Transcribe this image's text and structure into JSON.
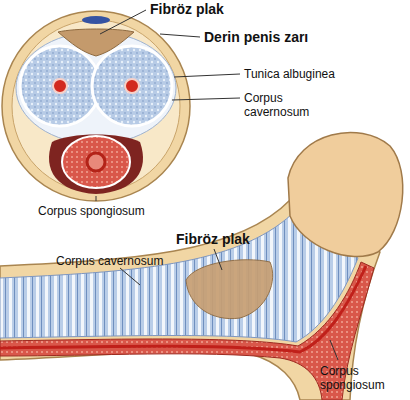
{
  "diagram": {
    "labels": [
      "Fibröz plak",
      "Derin penis zarı",
      "Tunica albuginea",
      "Corpus cavernosum",
      "Corpus spongiosum",
      "Fibröz plak",
      "Corpus cavernosum",
      "Corpus spongiosum"
    ]
  }
}
